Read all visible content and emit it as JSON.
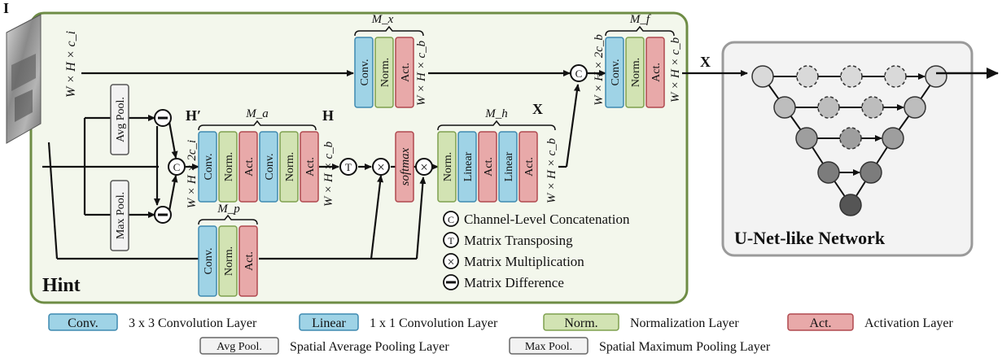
{
  "input_symbol": "I",
  "hint": {
    "title": "Hint",
    "input_dims": "W × H × c_i",
    "avg_pool": "Avg Pool.",
    "max_pool": "Max Pool.",
    "h_prime": "H′",
    "h": "H",
    "x_mid": "X",
    "dims_2ci": "W × H × 2c_i",
    "dims_cb": "W × H × c_b",
    "dims_2cb": "W × H × 2c_b",
    "softmax": "softmax",
    "modules": {
      "Mx": "M_x",
      "Ma": "M_a",
      "Mh": "M_h",
      "Mp": "M_p",
      "Mf": "M_f"
    },
    "block_labels": {
      "conv": "Conv.",
      "norm": "Norm.",
      "act": "Act.",
      "linear": "Linear"
    },
    "ops": {
      "concat": "C",
      "transpose": "T",
      "multiply": "×",
      "difference": "−"
    },
    "op_legend": [
      {
        "symbol": "C",
        "text": "Channel-Level Concatenation"
      },
      {
        "symbol": "T",
        "text": "Matrix Transposing"
      },
      {
        "symbol": "×",
        "text": "Matrix Multiplication"
      },
      {
        "symbol": "−",
        "text": "Matrix Difference"
      }
    ]
  },
  "output_symbol": "X",
  "unet": {
    "title": "U-Net-like Network"
  },
  "legend": {
    "row1": [
      {
        "key": "Conv.",
        "text": "3 x 3 Convolution Layer",
        "color": "#9fd3e6"
      },
      {
        "key": "Linear",
        "text": "1 x 1 Convolution Layer",
        "color": "#9fd3e6"
      },
      {
        "key": "Norm.",
        "text": "Normalization Layer",
        "color": "#d2e3b3"
      },
      {
        "key": "Act.",
        "text": "Activation Layer",
        "color": "#e8a9a9"
      }
    ],
    "row2": [
      {
        "key": "Avg Pool.",
        "text": "Spatial Average Pooling Layer",
        "color": "#f2f2f2"
      },
      {
        "key": "Max Pool.",
        "text": "Spatial Maximum Pooling Layer",
        "color": "#f2f2f2"
      }
    ]
  },
  "colors": {
    "hint_bg": "#f3f7ec",
    "hint_border": "#6e8c45",
    "unet_bg": "#f3f3f3",
    "unet_border": "#9a9a9a",
    "conv": "#9fd3e6",
    "conv_border": "#3f8ab0",
    "norm": "#d2e3b3",
    "norm_border": "#7ea04e",
    "act": "#e8a9a9",
    "act_border": "#b0494f"
  }
}
